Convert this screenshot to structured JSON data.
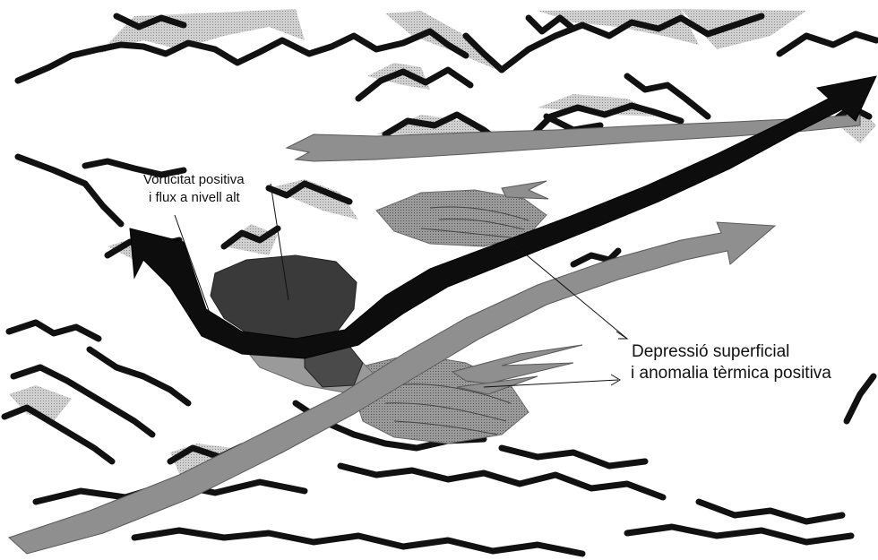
{
  "diagram": {
    "labels": {
      "upper": {
        "line1": "Vorticitat positiva",
        "line2": "i flux a nivell alt"
      },
      "lower": {
        "line1": "Depressió superficial",
        "line2": "i anomalia tèrmica positiva"
      }
    },
    "colors": {
      "mountain_lines": "#111111",
      "shading": "#bdbdbd",
      "jet_stream": "#0d0d0d",
      "low_level_flow": "#8f8f8f",
      "vorticity_blob": "#3a3a3a",
      "surface_low": "#7a7a7a"
    }
  }
}
